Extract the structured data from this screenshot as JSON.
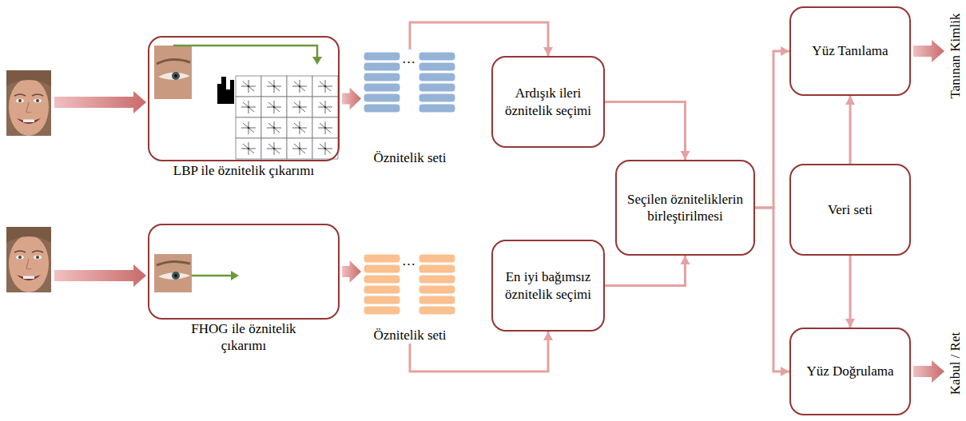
{
  "diagram": {
    "nodes": [
      {
        "text": [
          "LBP ile öznitelik çıkarımı"
        ]
      },
      {
        "text": [
          "Öznitelik seti"
        ]
      },
      {
        "text": [
          "Ardışık ileri öznitelik seçimi"
        ]
      },
      {
        "text": [
          "FHOG ile öznitelik çıkarımı"
        ]
      },
      {
        "text": [
          "Öznitelik seti"
        ]
      },
      {
        "text": [
          "En iyi bağımsız öznitelik seçimi"
        ]
      },
      {
        "text": [
          "Seçilen özniteliklerin birleştirilmesi"
        ]
      },
      {
        "text": [
          "Yüz Tanılama"
        ]
      },
      {
        "text": [
          "Veri seti"
        ]
      },
      {
        "text": [
          "Yüz Doğrulama"
        ]
      }
    ],
    "edges": [
      {
        "from": 0,
        "to": 1,
        "arrow": "to"
      },
      {
        "from": 1,
        "to": 2,
        "arrow": "to"
      },
      {
        "from": 3,
        "to": 4,
        "arrow": "to"
      },
      {
        "from": 4,
        "to": 5,
        "arrow": "to"
      },
      {
        "from": 2,
        "to": 6,
        "arrow": "to"
      },
      {
        "from": 5,
        "to": 6,
        "arrow": "to"
      },
      {
        "from": 6,
        "to": 7,
        "arrow": "to"
      },
      {
        "from": 6,
        "to": 9,
        "arrow": "to"
      },
      {
        "from": 8,
        "to": 7,
        "arrow": "to"
      },
      {
        "from": 8,
        "to": 9,
        "arrow": "to"
      }
    ],
    "labels": [
      "Tanınan Kimlik",
      "Kabul / Ret",
      "…",
      "…"
    ]
  }
}
